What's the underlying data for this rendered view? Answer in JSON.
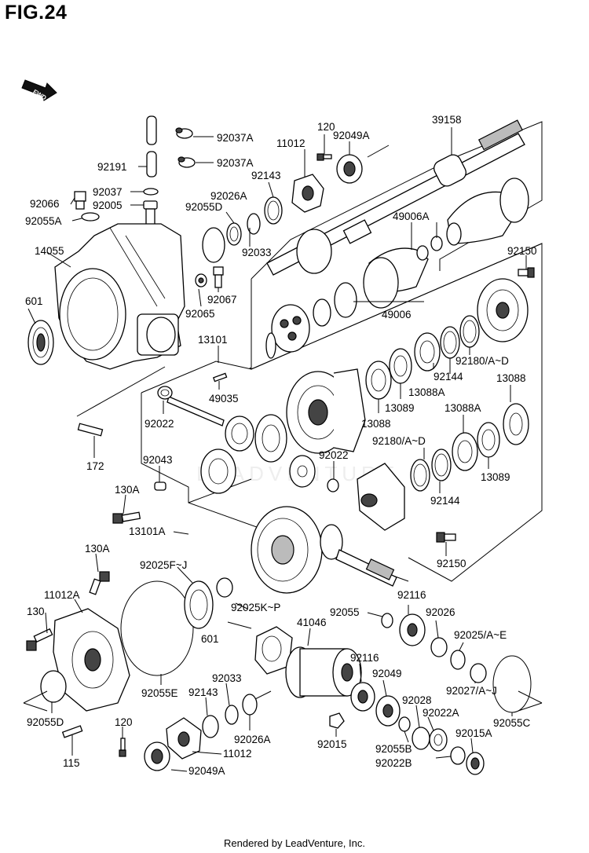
{
  "figure": {
    "title": "FIG.24"
  },
  "footer": {
    "text": "Rendered by LeadVenture, Inc."
  },
  "fwd_badge": {
    "text": "FWD"
  },
  "watermark": {
    "text": "LEADVENTURE"
  },
  "labels": {
    "p92037A_1": "92037A",
    "p92037A_2": "92037A",
    "p92191": "92191",
    "p92037": "92037",
    "p92066": "92066",
    "p92005": "92005",
    "p92055A": "92055A",
    "p92026A_top": "92026A",
    "p92055D_top": "92055D",
    "p14055": "14055",
    "p601_top": "601",
    "p92033_top": "92033",
    "p92065": "92065",
    "p92067": "92067",
    "p120_top": "120",
    "p11012_top": "11012",
    "p92049A_top": "92049A",
    "p92143_top": "92143",
    "p39158": "39158",
    "p49006A": "49006A",
    "p49006": "49006",
    "p92150_top": "92150",
    "p13101": "13101",
    "p49035": "49035",
    "p92022_left": "92022",
    "p172": "172",
    "p92043": "92043",
    "p130A_mid": "130A",
    "p13101A": "13101A",
    "p92022_mid": "92022",
    "p92180_1": "92180/A~D",
    "p92144_1": "92144",
    "p13088A_1": "13088A",
    "p13089_1": "13089",
    "p13088_1": "13088",
    "p13088_2": "13088",
    "p13088A_2": "13088A",
    "p92180_2": "92180/A~D",
    "p13089_2": "13089",
    "p92144_2": "92144",
    "p92150_bot": "92150",
    "p130A_bot": "130A",
    "p92025FJ": "92025F~J",
    "p11012A": "11012A",
    "p130": "130",
    "p92025KP": "92025K~P",
    "p601_bot": "601",
    "p92055": "92055",
    "p92116_1": "92116",
    "p92026": "92026",
    "p41046": "41046",
    "p92025AE": "92025/A~E",
    "p92116_2": "92116",
    "p92055E": "92055E",
    "p92049": "92049",
    "p92027AJ": "92027/A~J",
    "p92033_bot": "92033",
    "p92143_bot": "92143",
    "p92028": "92028",
    "p92022A": "92022A",
    "p92055D_bot": "92055D",
    "p92055C": "92055C",
    "p120_bot": "120",
    "p92026A_bot": "92026A",
    "p92015": "92015",
    "p92055B": "92055B",
    "p92015A": "92015A",
    "p115": "115",
    "p11012_bot": "11012",
    "p92022B": "92022B",
    "p92049A_bot": "92049A"
  }
}
